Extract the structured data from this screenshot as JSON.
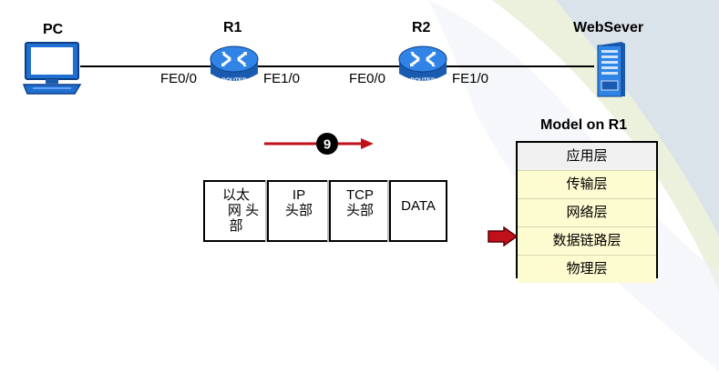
{
  "devices": {
    "pc": {
      "label": "PC"
    },
    "r1": {
      "label": "R1",
      "badge": "ROUTER",
      "port_left": "FE0/0",
      "port_right": "FE1/0"
    },
    "r2": {
      "label": "R2",
      "badge": "ROUTER",
      "port_left": "FE0/0",
      "port_right": "FE1/0"
    },
    "server": {
      "label": "WebSever"
    }
  },
  "step": {
    "number": "9"
  },
  "packet": {
    "fields": [
      {
        "line1": "以太",
        "line2": "网 头",
        "line3": "部"
      },
      {
        "line1": "IP",
        "line2": "头部"
      },
      {
        "line1": "TCP",
        "line2": "头部"
      },
      {
        "line1": "DATA"
      }
    ]
  },
  "model": {
    "title": "Model on R1",
    "layers": [
      "应用层",
      "传输层",
      "网络层",
      "数据链路层",
      "物理层"
    ],
    "current_layer_index": 3
  },
  "colors": {
    "arrow": "#c0101a",
    "layer_fill": "#fdfbd0",
    "router_blue": "#1f6fd1"
  }
}
